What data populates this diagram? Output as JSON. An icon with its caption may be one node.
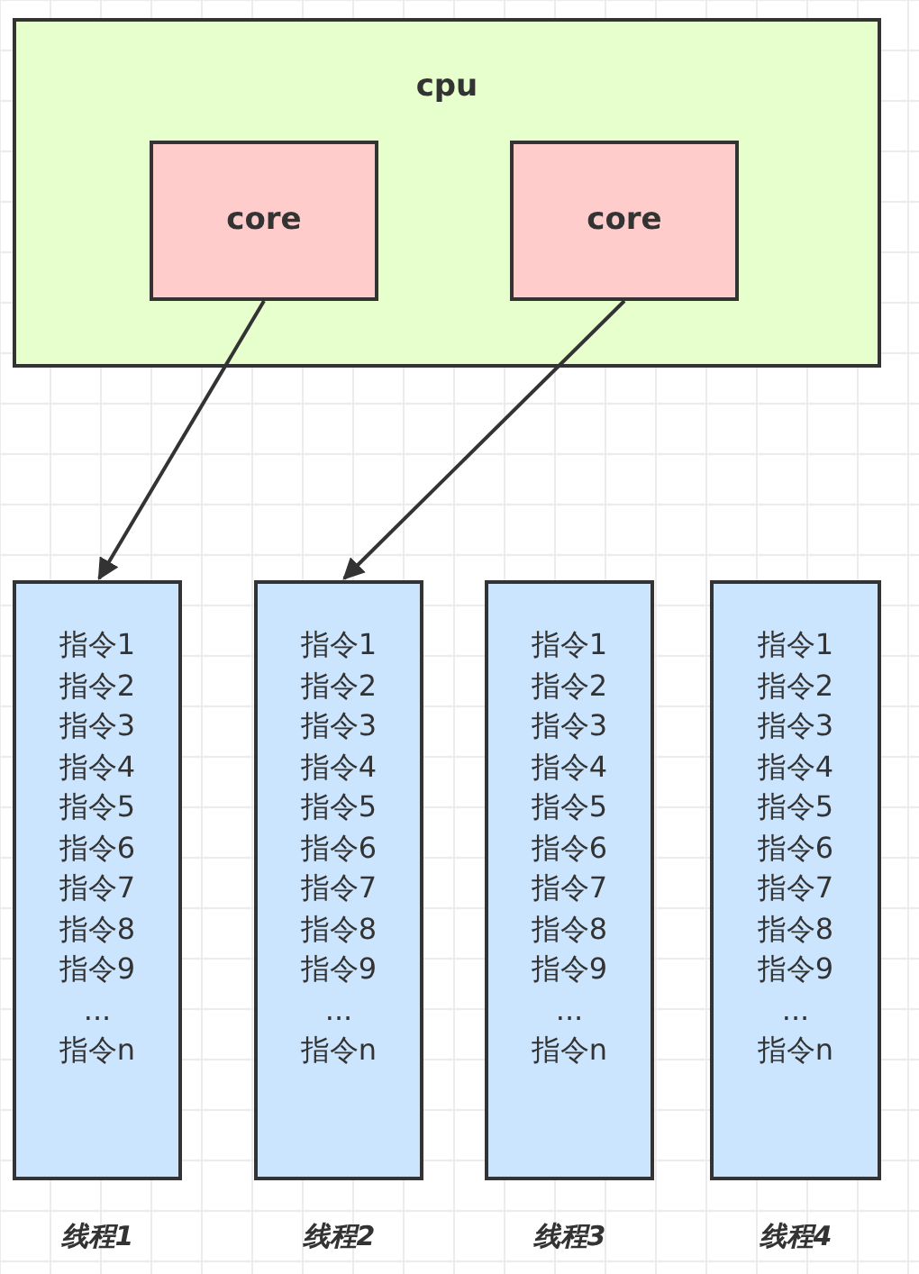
{
  "diagram": {
    "nodes": [
      {
        "text": [
          "cpu"
        ]
      },
      {
        "text": [
          "core"
        ],
        "in": 0
      },
      {
        "text": [
          "core"
        ],
        "in": 0
      },
      {
        "text": [
          "指令1",
          "指令2",
          "指令3",
          "指令4",
          "指令5",
          "指令6",
          "指令7",
          "指令8",
          "指令9",
          "...",
          "指令n"
        ],
        "beside": [
          "线程1"
        ]
      },
      {
        "text": [
          "指令1",
          "指令2",
          "指令3",
          "指令4",
          "指令5",
          "指令6",
          "指令7",
          "指令8",
          "指令9",
          "...",
          "指令n"
        ],
        "beside": [
          "线程2"
        ]
      },
      {
        "text": [
          "指令1",
          "指令2",
          "指令3",
          "指令4",
          "指令5",
          "指令6",
          "指令7",
          "指令8",
          "指令9",
          "...",
          "指令n"
        ],
        "beside": [
          "线程3"
        ]
      },
      {
        "text": [
          "指令1",
          "指令2",
          "指令3",
          "指令4",
          "指令5",
          "指令6",
          "指令7",
          "指令8",
          "指令9",
          "...",
          "指令n"
        ],
        "beside": [
          "线程4"
        ]
      }
    ],
    "edges": [
      {
        "from": 1,
        "to": 3,
        "arrow": "to"
      },
      {
        "from": 2,
        "to": 4,
        "arrow": "to"
      }
    ]
  }
}
